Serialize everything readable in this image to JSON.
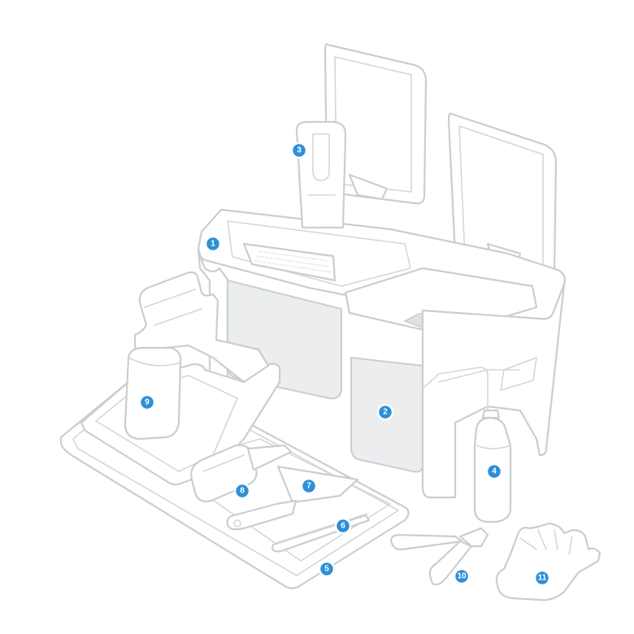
{
  "colors": {
    "badge": "#2e8fd6",
    "outline": "#c9ced2",
    "fill_gray": "#ecedee"
  },
  "labels": [
    {
      "id": "1",
      "text": "1"
    },
    {
      "id": "2",
      "text": "2"
    },
    {
      "id": "3",
      "text": "3"
    },
    {
      "id": "4",
      "text": "4"
    },
    {
      "id": "5",
      "text": "5"
    },
    {
      "id": "6",
      "text": "6"
    },
    {
      "id": "7",
      "text": "7"
    },
    {
      "id": "8",
      "text": "8"
    },
    {
      "id": "9",
      "text": "9"
    },
    {
      "id": "10",
      "text": "10"
    },
    {
      "id": "11",
      "text": "11"
    }
  ]
}
